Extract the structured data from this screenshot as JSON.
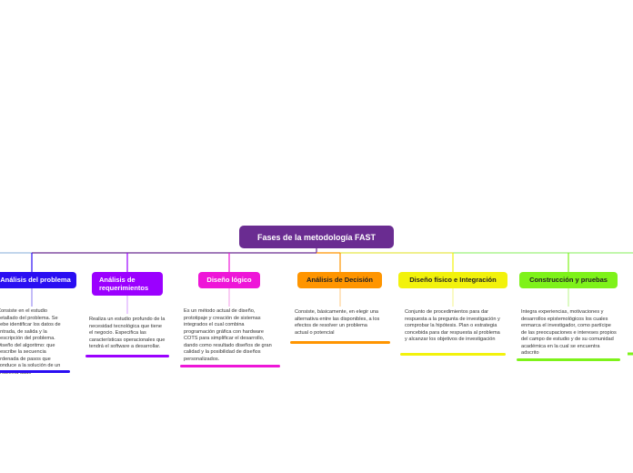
{
  "root": {
    "label": "Fases de la metodología FAST",
    "color": "#6a2c91"
  },
  "branches": [
    {
      "label": "Análisis del problema",
      "color": "#2a0ef2",
      "text_color": "#ffffff",
      "description": "Consiste en el estudio detallado del problema. Se debe identificar los datos de entrada, de salida y la descripción del problema. Diseño del algoritmo: que describe la secuencia ordenada de pasos que conduce a la solución de un problema dado"
    },
    {
      "label": "Análisis de requerimientos",
      "color": "#9b00ff",
      "text_color": "#ffffff",
      "description": "Realiza un estudio profundo de la necesidad tecnológica que tiene el negocio. Especifica las características operacionales que tendrá el software a desarrollar."
    },
    {
      "label": "Diseño lógico",
      "color": "#ee16d8",
      "text_color": "#ffffff",
      "description": "Es un método actual de diseño, prototipaje y creación de sistemas integrados el cual combina programación gráfica con hardware COTS para simplificar el desarrollo, dando como resultado diseños de gran calidad y la posibilidad de diseños personalizados."
    },
    {
      "label": "Análisis de Decisión",
      "color": "#ff9500",
      "text_color": "#222222",
      "description": "Consiste, básicamente, en elegir una alternativa entre las disponibles, a los efectos de resolver un problema actual o potencial"
    },
    {
      "label": "Diseño físico e Integración",
      "color": "#f2f20c",
      "text_color": "#222222",
      "description": "Conjunto de procedimientos para dar respuesta a la pregunta de investigación y comprobar la hipótesis. Plan o estrategia concebida para dar respuesta al problema y alcanzar los objetivos de investigación"
    },
    {
      "label": "Construcción y pruebas",
      "color": "#7ef21a",
      "text_color": "#222222",
      "description": "Integra experiencias, motivaciones y desarrollos epistemológicos los cuales enmarca el investigador, como partícipe de las preocupaciones e intereses propios del campo de estudio y de su comunidad académica en la cual se encuentra adscrito"
    }
  ]
}
